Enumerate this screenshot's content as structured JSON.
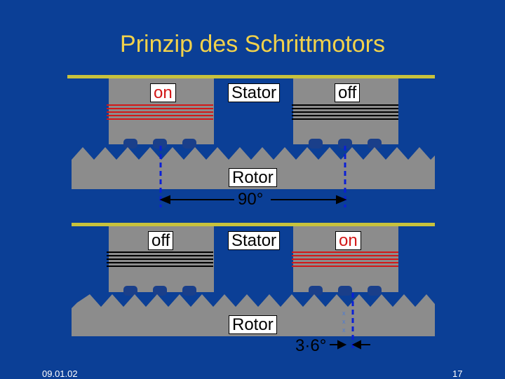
{
  "title": "Prinzip des Schrittmotors",
  "top_panel": {
    "left_coil": "on",
    "center": "Stator",
    "right_coil": "off",
    "rotor": "Rotor",
    "angle": "90°"
  },
  "bottom_panel": {
    "left_coil": "off",
    "center": "Stator",
    "right_coil": "on",
    "rotor": "Rotor",
    "angle": "3·6°"
  },
  "footer": {
    "date": "09.01.02",
    "page": "17"
  },
  "colors": {
    "background": "#0b3f96",
    "title": "#f2d24b",
    "rail": "#c8c23c",
    "metal": "#8c8c8c",
    "coil_on": "#d21818",
    "coil_off": "#000000",
    "guide": "#0a1fd6"
  }
}
